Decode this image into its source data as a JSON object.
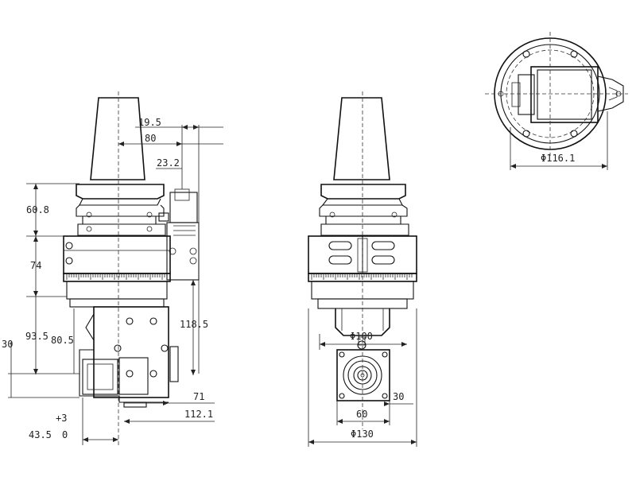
{
  "dimensions": {
    "d19_5": "19.5",
    "d80": "80",
    "d23_2": "23.2",
    "d60_8": "60.8",
    "d74": "74",
    "d93_5": "93.5",
    "d80_5": "80.5",
    "d30_left": "30",
    "d118_5": "118.5",
    "d71": "71",
    "d112_1": "112.1",
    "d_plus3": "+3",
    "d43_5": "43.5",
    "d0": "0",
    "d_phi100": "Φ100",
    "d30_front": "30",
    "d60": "60",
    "d_phi130": "Φ130",
    "d_phi116_1": "Φ116.1"
  },
  "colors": {
    "line": "#111111",
    "background": "#ffffff"
  }
}
